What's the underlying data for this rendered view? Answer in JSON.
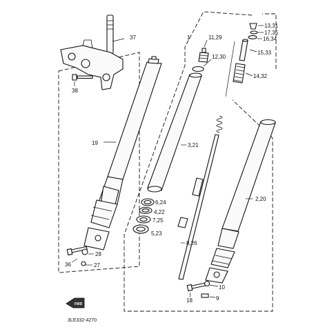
{
  "diagram": {
    "catalog_code": "3LE332-4270",
    "fwd_label": "FWD",
    "callouts": {
      "c1": "1",
      "c2": "2,20",
      "c3": "3,21",
      "c4": "4,22",
      "c5": "5,23",
      "c6": "6,24",
      "c7": "7,25",
      "c8": "8,26",
      "c9": "9",
      "c10": "10",
      "c11": "11,29",
      "c12": "12,30",
      "c13": "13,31",
      "c14": "14,32",
      "c15": "15,33",
      "c16": "16,34",
      "c17": "17,35",
      "c18": "18",
      "c19": "19",
      "c27": "27",
      "c28": "28",
      "c36": "36",
      "c37": "37",
      "c38": "38"
    }
  }
}
